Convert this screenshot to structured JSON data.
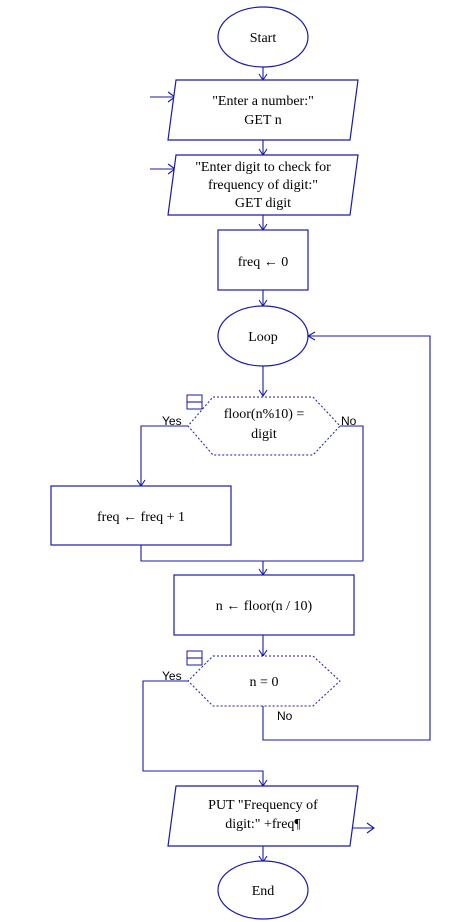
{
  "flowchart": {
    "start": "Start",
    "input1": [
      "\"Enter a number:\"",
      "GET n"
    ],
    "input2": [
      "\"Enter digit to check for",
      "frequency of digit:\"",
      "GET digit"
    ],
    "assign_freq": "freq ← 0",
    "loop": "Loop",
    "decision1": [
      "floor(n%10) =",
      "digit"
    ],
    "decision1_yes": "Yes",
    "decision1_no": "No",
    "increment": "freq ← freq  +  1",
    "divide": "n ← floor(n / 10)",
    "decision2": "n = 0",
    "decision2_yes": "Yes",
    "decision2_no": "No",
    "output": [
      "PUT \"Frequency of",
      "digit:\" +freq¶"
    ],
    "end": "End"
  },
  "colors": {
    "stroke": "#1a1aa8",
    "text": "#000000",
    "background": "#ffffff"
  }
}
